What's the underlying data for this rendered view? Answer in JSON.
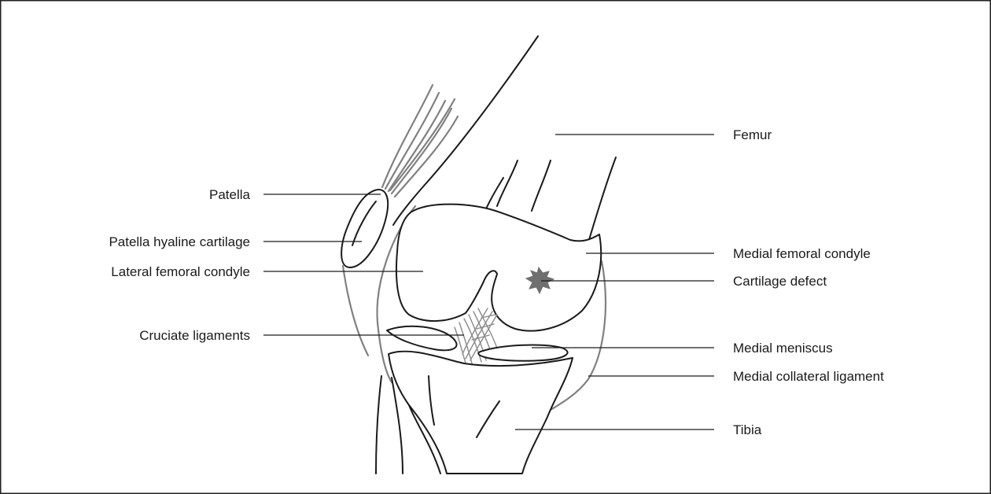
{
  "labels": {
    "femur": "Femur",
    "patella": "Patella",
    "patella_hyaline_cartilage": "Patella hyaline cartilage",
    "lateral_femoral_condyle": "Lateral femoral condyle",
    "medial_femoral_condyle": "Medial femoral condyle",
    "cartilage_defect": "Cartilage defect",
    "cruciate_ligaments": "Cruciate ligaments",
    "medial_meniscus": "Medial meniscus",
    "medial_collateral_ligament": "Medial collateral ligament",
    "tibia": "Tibia"
  },
  "colors": {
    "outline": "#1a1a1a",
    "soft_tissue": "#808080",
    "defect": "#6f6f6f",
    "border": "#222222"
  }
}
